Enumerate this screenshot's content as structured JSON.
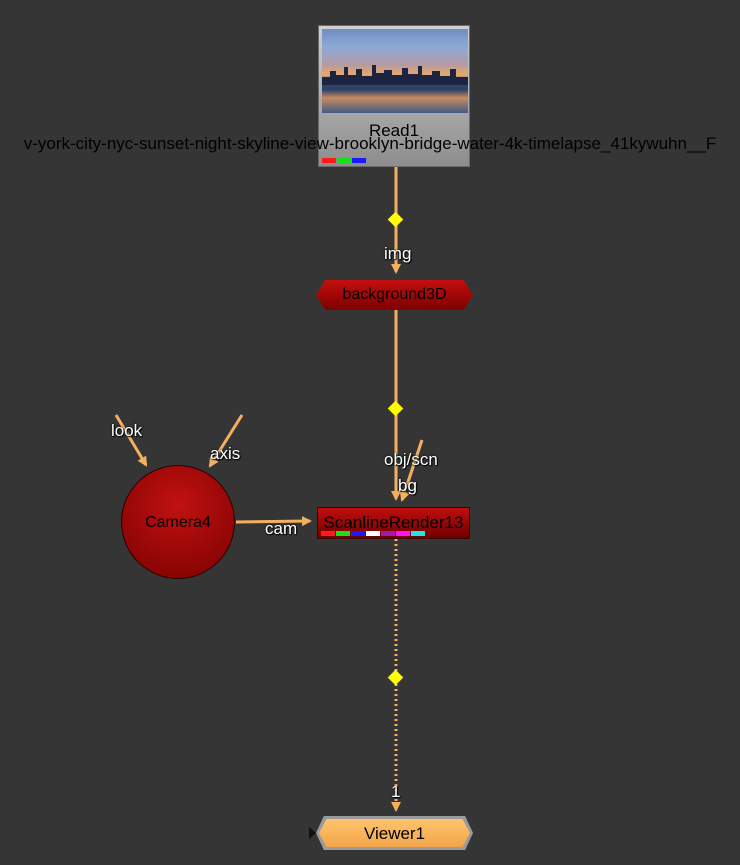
{
  "nodes": {
    "read": {
      "title": "Read1",
      "filename": "v-york-city-nyc-sunset-night-skyline-view-brooklyn-bridge-water-4k-timelapse_41kywuhn__F",
      "channels": [
        "#ff1a1a",
        "#18e018",
        "#1a1aff"
      ]
    },
    "background3d": {
      "title": "background3D"
    },
    "scanline": {
      "title": "ScanlineRender13",
      "channels": [
        "#ff1a1a",
        "#18e018",
        "#1a1aff",
        "#ffffff",
        "#a01ab0",
        "#ff10ff",
        "#18e8e8"
      ]
    },
    "camera": {
      "title": "Camera4"
    },
    "viewer": {
      "title": "Viewer1"
    }
  },
  "inputs": {
    "img": "img",
    "obj_scn": "obj/scn",
    "bg": "bg",
    "cam": "cam",
    "look": "look",
    "axis": "axis",
    "viewer_input": "1"
  },
  "colors": {
    "background": "#353535",
    "pipe": "#f4b060",
    "dot": "#ffff00",
    "node_red": "#b00000",
    "viewer": "#ffbf66"
  }
}
